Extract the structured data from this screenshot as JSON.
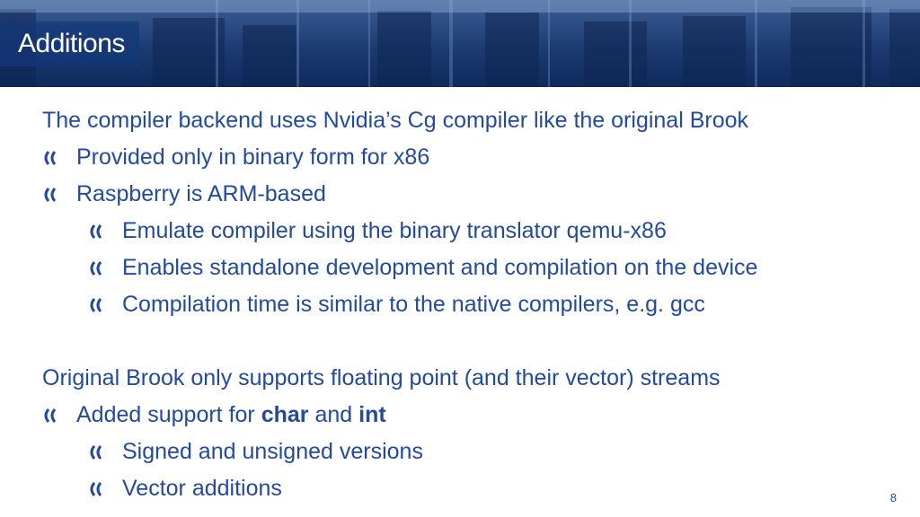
{
  "slide": {
    "title": "Additions",
    "page_number": "8"
  },
  "content": {
    "para1": "The compiler backend uses Nvidia’s Cg compiler like the original Brook",
    "para1_bullets": [
      "Provided only in binary form for x86",
      "Raspberry is ARM-based"
    ],
    "para1_sub_bullets": [
      "Emulate compiler using the binary translator qemu-x86",
      "Enables standalone development and compilation on the device",
      "Compilation time is similar to the native compilers, e.g. gcc"
    ],
    "para2": "Original Brook only supports floating point (and their vector) streams",
    "para2_bullet": {
      "prefix": "Added support for ",
      "bold1": "char",
      "middle": " and ",
      "bold2": "int"
    },
    "para2_sub_bullets": [
      "Signed and unsigned versions",
      "Vector additions"
    ]
  },
  "colors": {
    "text": "#234a9b",
    "banner": "#1d3b72",
    "title_box": "#143778"
  },
  "icons": {
    "bullet": "double-bracket-bullet-icon"
  }
}
